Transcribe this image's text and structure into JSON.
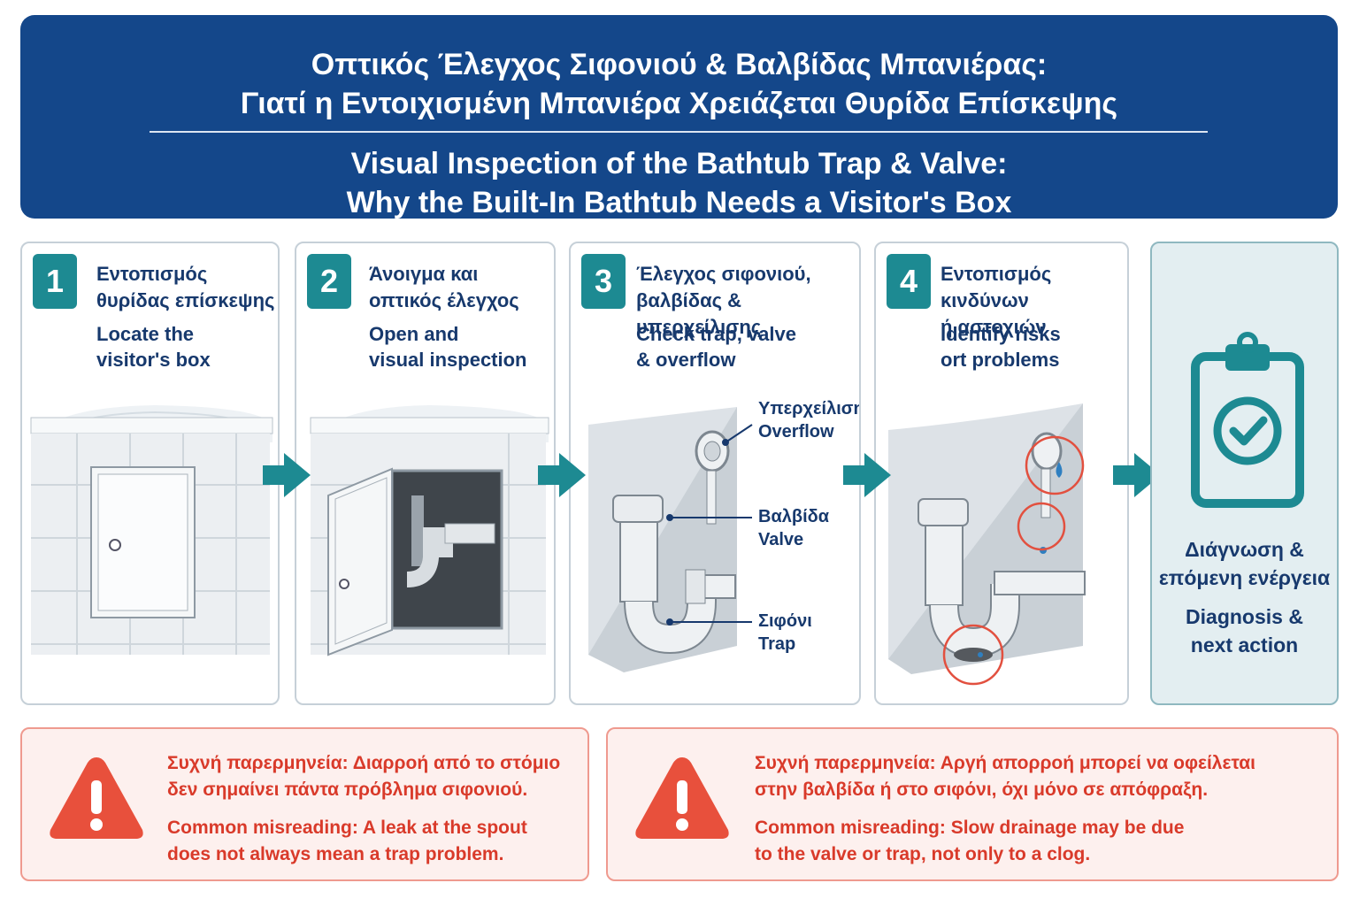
{
  "header": {
    "title_gr_1": "Οπτικός Έλεγχος Σιφονιού & Βαλβίδας Μπανιέρας:",
    "title_gr_2": "Γιατί η Εντοιχισμένη Μπανιέρα Χρειάζεται Θυρίδα Επίσκεψης",
    "title_en_1": "Visual Inspection of the Bathtub Trap & Valve:",
    "title_en_2": "Why the Built-In Bathtub Needs a Visitor's Box"
  },
  "steps": [
    {
      "number": "1",
      "greek": "Εντοπισμός\nθυρίδας επίσκεψης",
      "english": "Locate the\nvisitor's box"
    },
    {
      "number": "2",
      "greek": "Άνοιγμα και\nοπτικός έλεγχος",
      "english": "Open and\nvisual inspection"
    },
    {
      "number": "3",
      "greek": "Έλεγχος σιφονιού,\nβαλβίδας & υπερχείλισης",
      "english": "Check trap, valve\n& overflow"
    },
    {
      "number": "4",
      "greek": "Εντοπισμός κινδύνων\nή αστοχιών",
      "english": "Identify risks\nort problems"
    }
  ],
  "callouts": {
    "overflow_gr": "Υπερχείλιση",
    "overflow_en": "Overflow",
    "valve_gr": "Βαλβίδα",
    "valve_en": "Valve",
    "trap_gr": "Σιφόνι",
    "trap_en": "Trap"
  },
  "final": {
    "greek_1": "Διάγνωση &",
    "greek_2": "επόμενη ενέργεια",
    "english_1": "Diagnosis &",
    "english_2": "next action"
  },
  "warnings": [
    {
      "greek": "Συχνή παρερμηνεία: Διαρροή από το στόμιο\nδεν σημαίνει πάντα πρόβλημα σιφονιού.",
      "english": "Common misreading: A leak at the spout\ndoes not always mean a trap problem."
    },
    {
      "greek": "Συχνή παρερμηνεία: Αργή απορροή μπορεί να οφείλεται\nστην βαλβίδα ή στο σιφόνι, όχι μόνο σε απόφραξη.",
      "english": "Common misreading: Slow drainage may be due\nto the valve or trap, not only to a clog."
    }
  ],
  "colors": {
    "navy": "#14478a",
    "teal": "#1d8a92",
    "text": "#17396d",
    "warning": "#e8503c",
    "warning_text": "#d93a2a"
  },
  "icons": [
    "arrow-right-icon",
    "clipboard-check-icon",
    "warning-triangle-icon"
  ]
}
